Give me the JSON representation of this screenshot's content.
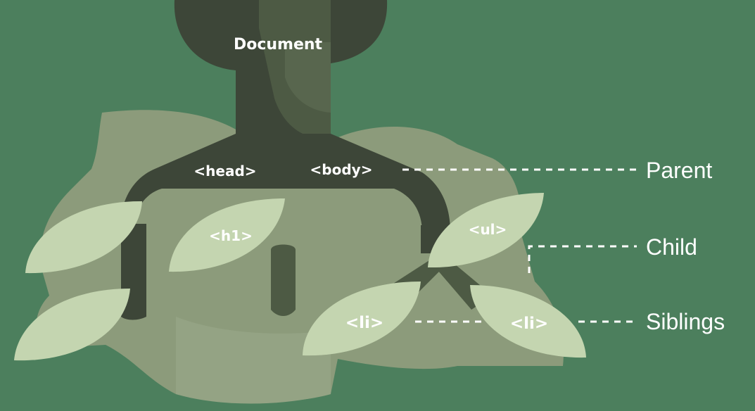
{
  "nodes": {
    "document": "Document",
    "head": "<head>",
    "body": "<body>",
    "h1": "<h1>",
    "ul": "<ul>",
    "li_left": "<li>",
    "li_right": "<li>"
  },
  "legend": {
    "parent": "Parent",
    "child": "Child",
    "siblings": "Siblings"
  },
  "colors": {
    "background": "#4c7f5d",
    "canopy": "#8c9b7b",
    "leaf": "#c4d5b0",
    "trunk_dark": "#3d4638",
    "trunk_mid": "#4d5a44",
    "label": "#ffffff"
  }
}
